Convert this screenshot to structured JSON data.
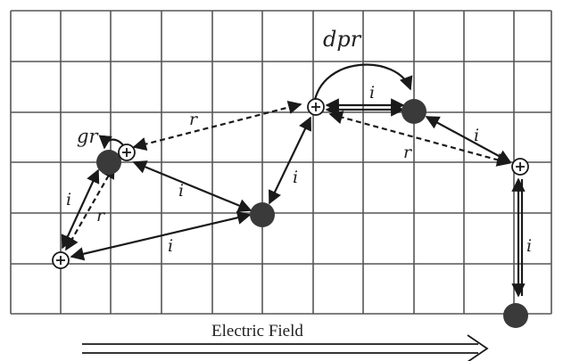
{
  "labels": {
    "dpr": "dpr",
    "gr": "gr",
    "r": "r",
    "i": "i"
  },
  "caption": "Electric Field",
  "symbols": {
    "hole": "plus-in-circle",
    "electron": "filled-dot"
  }
}
